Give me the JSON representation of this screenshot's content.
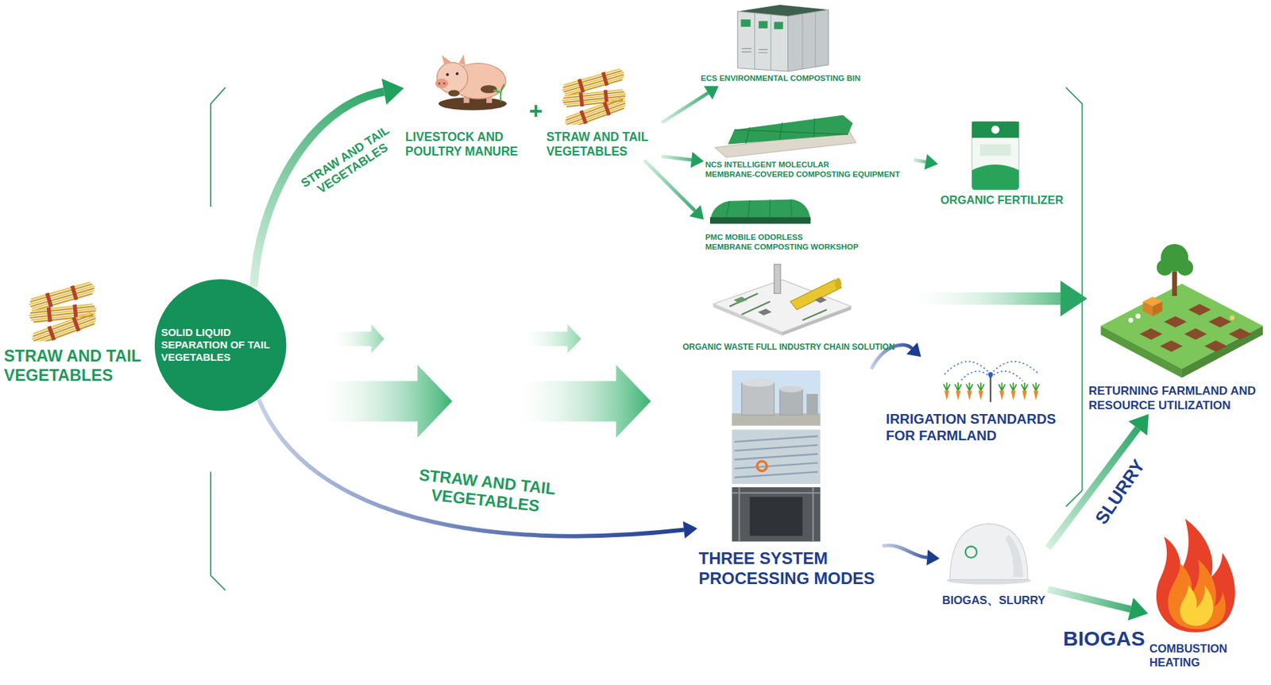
{
  "diagram": {
    "nodes": [
      {
        "text": [
          "STRAW AND TAIL VEGETABLES"
        ]
      },
      {
        "text": [
          "SOLID LIQUID SEPARATION OF TAIL VEGETABLES"
        ]
      },
      {
        "text": [
          "LIVESTOCK AND POULTRY MANURE"
        ]
      },
      {
        "text": [
          "STRAW AND TAIL VEGETABLES"
        ]
      },
      {
        "text": [
          "ECS ENVIRONMENTAL COMPOSTING BIN"
        ]
      },
      {
        "text": [
          "NCS INTELLIGENT MOLECULAR MEMBRANE-COVERED COMPOSTING EQUIPMENT"
        ]
      },
      {
        "text": [
          "PMC MOBILE ODORLESS MEMBRANE COMPOSTING WORKSHOP"
        ]
      },
      {
        "text": [
          "ORGANIC FERTILIZER"
        ]
      },
      {
        "text": [
          "ORGANIC WASTE FULL INDUSTRY CHAIN SOLUTION"
        ]
      },
      {
        "text": [
          "IRRIGATION STANDARDS FOR FARMLAND"
        ]
      },
      {
        "text": [
          "THREE SYSTEM PROCESSING MODES"
        ]
      },
      {
        "text": [
          "BIOGAS、SLURRY"
        ]
      },
      {
        "text": [
          "RETURNING FARMLAND AND RESOURCE UTILIZATION"
        ]
      },
      {
        "text": [
          "COMBUSTION HEATING"
        ]
      }
    ],
    "edges": [
      {
        "from": 1,
        "to": 2,
        "label": "STRAW AND TAIL VEGETABLES",
        "arrow": "to"
      },
      {
        "from": 3,
        "to": 4,
        "arrow": "to"
      },
      {
        "from": 3,
        "to": 5,
        "arrow": "to"
      },
      {
        "from": 3,
        "to": 6,
        "arrow": "to"
      },
      {
        "from": 5,
        "to": 7,
        "arrow": "to"
      },
      {
        "from": 1,
        "to": 10,
        "label": "STRAW AND TAIL VEGETABLES",
        "arrow": "to"
      },
      {
        "from": 10,
        "to": 9,
        "arrow": "to"
      },
      {
        "from": 10,
        "to": 11,
        "arrow": "to"
      },
      {
        "from": 11,
        "to": 12,
        "label": "SLURRY",
        "arrow": "to"
      },
      {
        "from": 11,
        "to": 13,
        "label": "BIOGAS",
        "arrow": "to"
      },
      {
        "from": 8,
        "to": 12,
        "arrow": "to"
      }
    ],
    "labels": [
      "+"
    ]
  }
}
